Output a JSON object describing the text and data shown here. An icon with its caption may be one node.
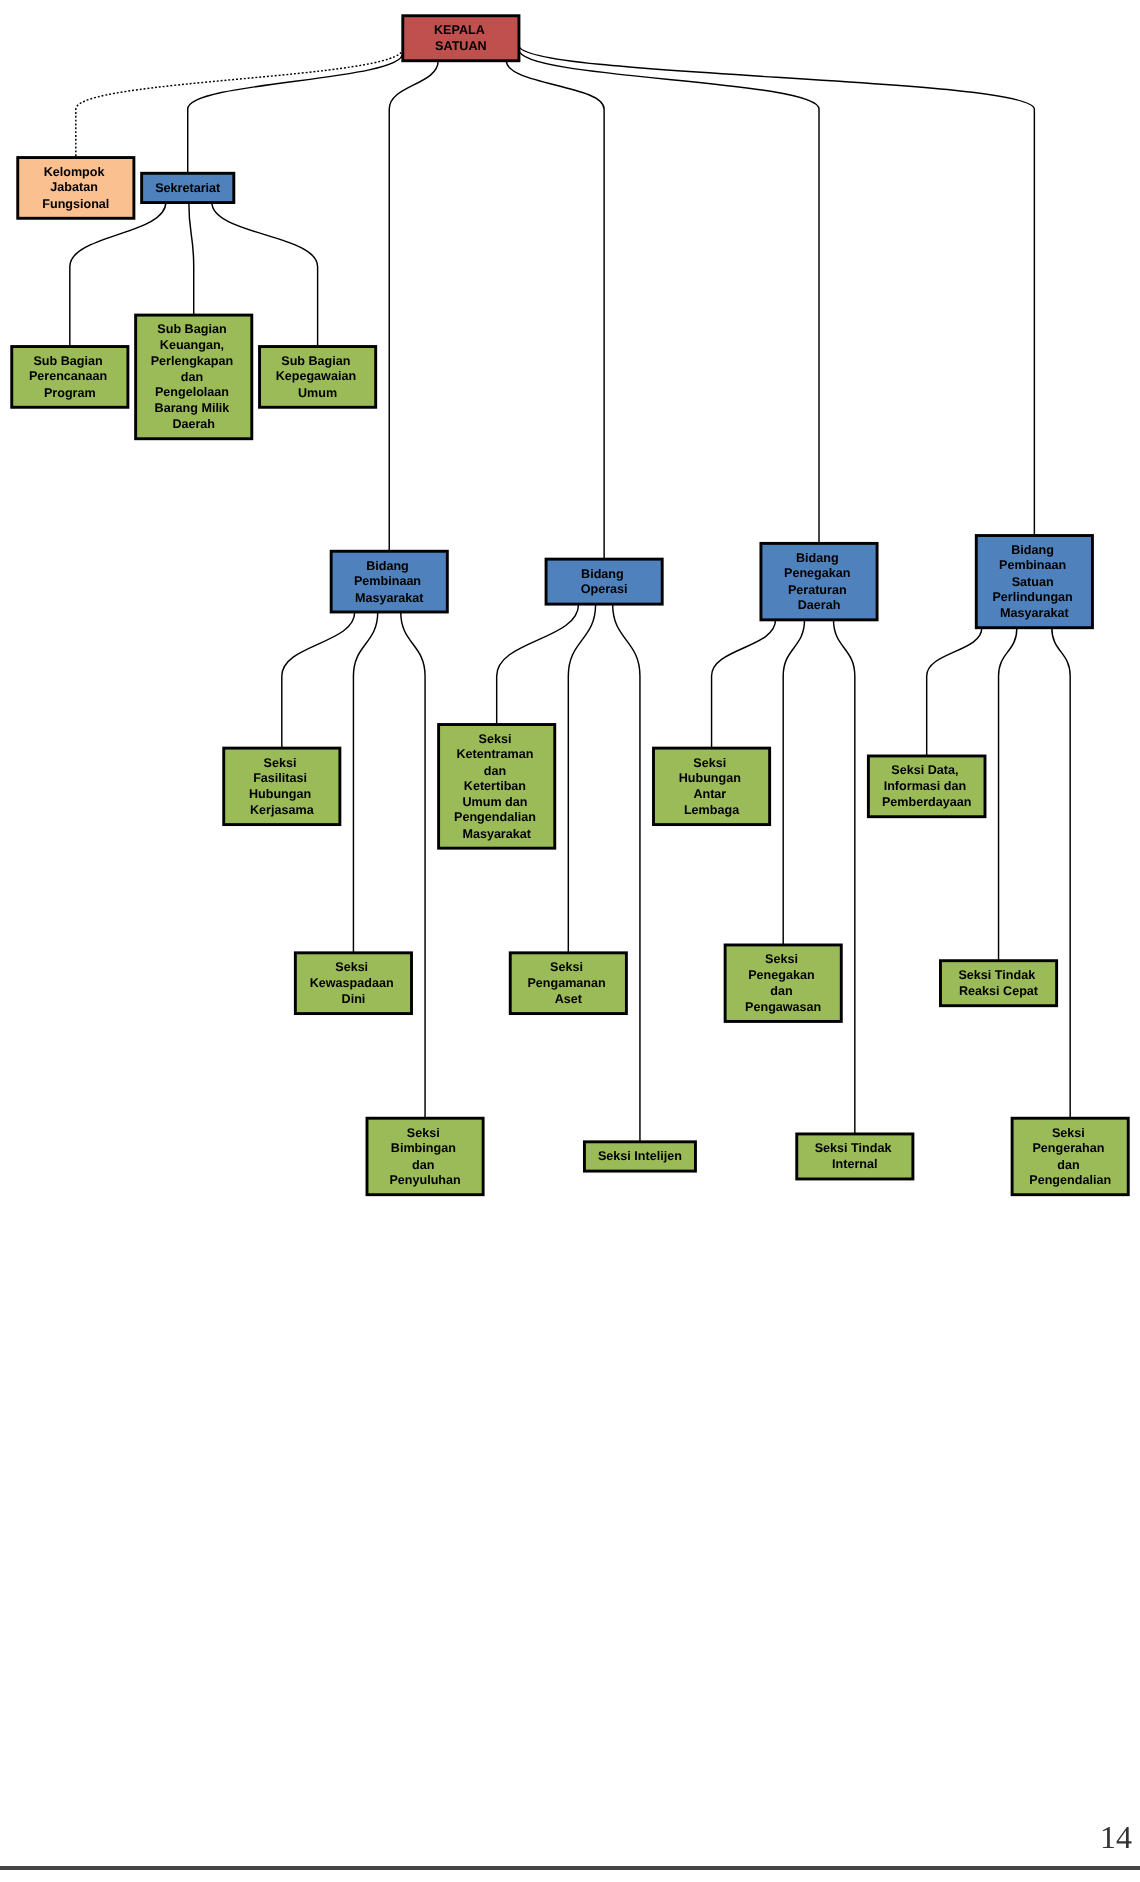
{
  "diagram": {
    "nodes": [
      {
        "text": [
          "KEPALA SATUAN"
        ]
      },
      {
        "text": [
          "Kelompok Jabatan Fungsional"
        ]
      },
      {
        "text": [
          "Sekretariat"
        ]
      },
      {
        "text": [
          "Sub Bagian Perencanaan Program"
        ]
      },
      {
        "text": [
          "Sub Bagian Keuangan, Perlengkapan dan Pengelolaan Barang Milik Daerah"
        ]
      },
      {
        "text": [
          "Sub Bagian Kepegawaian Umum"
        ]
      },
      {
        "text": [
          "Bidang Pembinaan Masyarakat"
        ]
      },
      {
        "text": [
          "Bidang Operasi"
        ]
      },
      {
        "text": [
          "Bidang Penegakan Peraturan Daerah"
        ]
      },
      {
        "text": [
          "Bidang Pembinaan Satuan Perlindungan Masyarakat"
        ]
      },
      {
        "text": [
          "Seksi Fasilitasi Hubungan Kerjasama"
        ]
      },
      {
        "text": [
          "Seksi Ketentraman dan Ketertiban Umum dan Pengendalian Masyarakat"
        ]
      },
      {
        "text": [
          "Seksi Hubungan Antar Lembaga"
        ]
      },
      {
        "text": [
          "Seksi Data, Informasi dan Pemberdayaan"
        ]
      },
      {
        "text": [
          "Seksi Kewaspadaan Dini"
        ]
      },
      {
        "text": [
          "Seksi Pengamanan Aset"
        ]
      },
      {
        "text": [
          "Seksi Penegakan dan Pengawasan"
        ]
      },
      {
        "text": [
          "Seksi Tindak Reaksi Cepat"
        ]
      },
      {
        "text": [
          "Seksi Bimbingan dan Penyuluhan"
        ]
      },
      {
        "text": [
          "Seksi Intelijen"
        ]
      },
      {
        "text": [
          "Seksi Tindak Internal"
        ]
      },
      {
        "text": [
          "Seksi Pengerahan dan Pengendalian"
        ]
      }
    ],
    "edges": [
      {
        "from": 0,
        "to": 1,
        "arrow": "none",
        "style": "dashed"
      },
      {
        "from": 0,
        "to": 2,
        "arrow": "none"
      },
      {
        "from": 2,
        "to": 3,
        "arrow": "none"
      },
      {
        "from": 2,
        "to": 4,
        "arrow": "none"
      },
      {
        "from": 2,
        "to": 5,
        "arrow": "none"
      },
      {
        "from": 0,
        "to": 6,
        "arrow": "none"
      },
      {
        "from": 0,
        "to": 7,
        "arrow": "none"
      },
      {
        "from": 0,
        "to": 8,
        "arrow": "none"
      },
      {
        "from": 0,
        "to": 9,
        "arrow": "none"
      },
      {
        "from": 6,
        "to": 10,
        "arrow": "none"
      },
      {
        "from": 6,
        "to": 14,
        "arrow": "none"
      },
      {
        "from": 6,
        "to": 18,
        "arrow": "none"
      },
      {
        "from": 7,
        "to": 11,
        "arrow": "none"
      },
      {
        "from": 7,
        "to": 15,
        "arrow": "none"
      },
      {
        "from": 7,
        "to": 19,
        "arrow": "none"
      },
      {
        "from": 8,
        "to": 12,
        "arrow": "none"
      },
      {
        "from": 8,
        "to": 16,
        "arrow": "none"
      },
      {
        "from": 8,
        "to": 20,
        "arrow": "none"
      },
      {
        "from": 9,
        "to": 13,
        "arrow": "none"
      },
      {
        "from": 9,
        "to": 17,
        "arrow": "none"
      },
      {
        "from": 9,
        "to": 21,
        "arrow": "none"
      }
    ],
    "labels": [
      "14"
    ]
  }
}
